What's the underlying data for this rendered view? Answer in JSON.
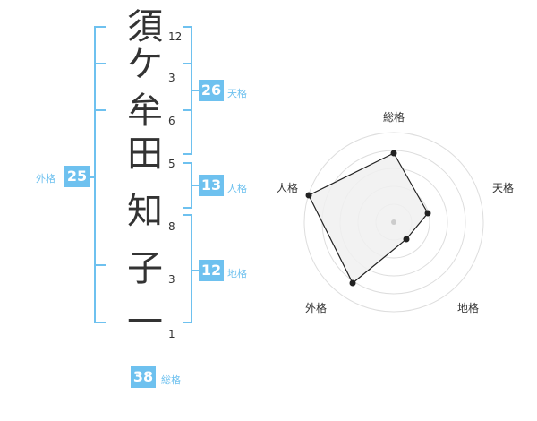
{
  "name_chars": [
    "須",
    "ケ",
    "牟",
    "田",
    "知",
    "子",
    "一"
  ],
  "strokes": [
    "12",
    "3",
    "6",
    "5",
    "8",
    "3",
    "1"
  ],
  "fortunes": {
    "tenkaku": {
      "value": "26",
      "label": "天格"
    },
    "jinkaku": {
      "value": "13",
      "label": "人格"
    },
    "chikaku": {
      "value": "12",
      "label": "地格"
    },
    "gaikaku": {
      "value": "25",
      "label": "外格"
    },
    "soukaku": {
      "value": "38",
      "label": "総格"
    }
  },
  "radar": {
    "labels": {
      "top": "総格",
      "right": "天格",
      "bottom_right": "地格",
      "bottom_left": "外格",
      "left": "人格"
    },
    "colors": {
      "accent": "#6ec1ef",
      "line": "#222222",
      "fill": "#f0f0f0",
      "grid": "#dddddd"
    }
  }
}
